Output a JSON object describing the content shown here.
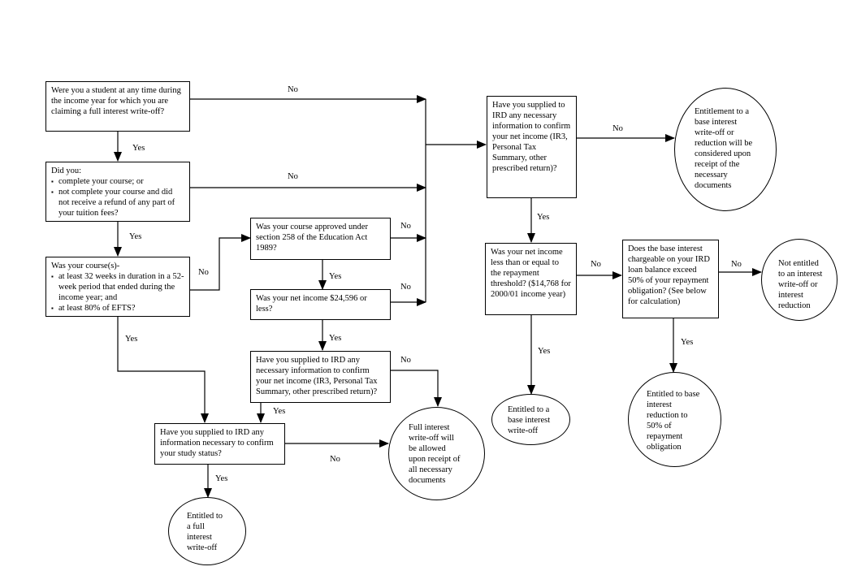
{
  "questions": {
    "student": "Were you a student at any time during the income year for which you are claiming a full interest write-off?",
    "did_you_intro": "Did you:",
    "did_you_items": [
      "complete your course; or",
      "not complete your course and did not receive a refund of any part of your tuition fees?"
    ],
    "course_intro": "Was your course(s)-",
    "course_items": [
      "at least 32 weeks in duration in a 52-week period that ended during the income year; and",
      "at least 80% of EFTS?"
    ],
    "approved": "Was your course approved under section 258 of the Education Act 1989?",
    "net_income_24596": "Was your net income $24,596 or less?",
    "supplied_net_income_a": "Have you supplied to IRD any necessary information to confirm your net income (IR3, Personal Tax Summary, other prescribed return)?",
    "supplied_study": "Have you supplied to IRD any information necessary to confirm your study status?",
    "supplied_net_income_b": "Have you supplied to IRD any necessary information to confirm your net income (IR3, Personal Tax Summary, other prescribed return)?",
    "threshold": "Was your net income less than or equal to the repayment threshold? ($14,768 for 2000/01 income year)",
    "base_interest": "Does the base interest chargeable on your IRD loan balance exceed 50% of your repayment obligation? (See below for calculation)"
  },
  "outcomes": {
    "full_writeoff": [
      "Entitled to",
      "a full",
      "interest",
      "write-off"
    ],
    "full_allowed": [
      "Full interest",
      "write-off will",
      "be allowed",
      "upon receipt of",
      "all necessary",
      "documents"
    ],
    "entitlement_considered": [
      "Entitlement to a",
      "base interest",
      "write-off or",
      "reduction will be",
      "considered upon",
      "receipt of the",
      "necessary",
      "documents"
    ],
    "base_writeoff": [
      "Entitled to a",
      "base interest",
      "write-off"
    ],
    "base_reduction": [
      "Entitled to base",
      "interest",
      "reduction to",
      "50% of",
      "repayment",
      "obligation"
    ],
    "not_entitled": [
      "Not entitled",
      "to an interest",
      "write-off or",
      "interest",
      "reduction"
    ]
  },
  "labels": {
    "yes": "Yes",
    "no": "No"
  }
}
